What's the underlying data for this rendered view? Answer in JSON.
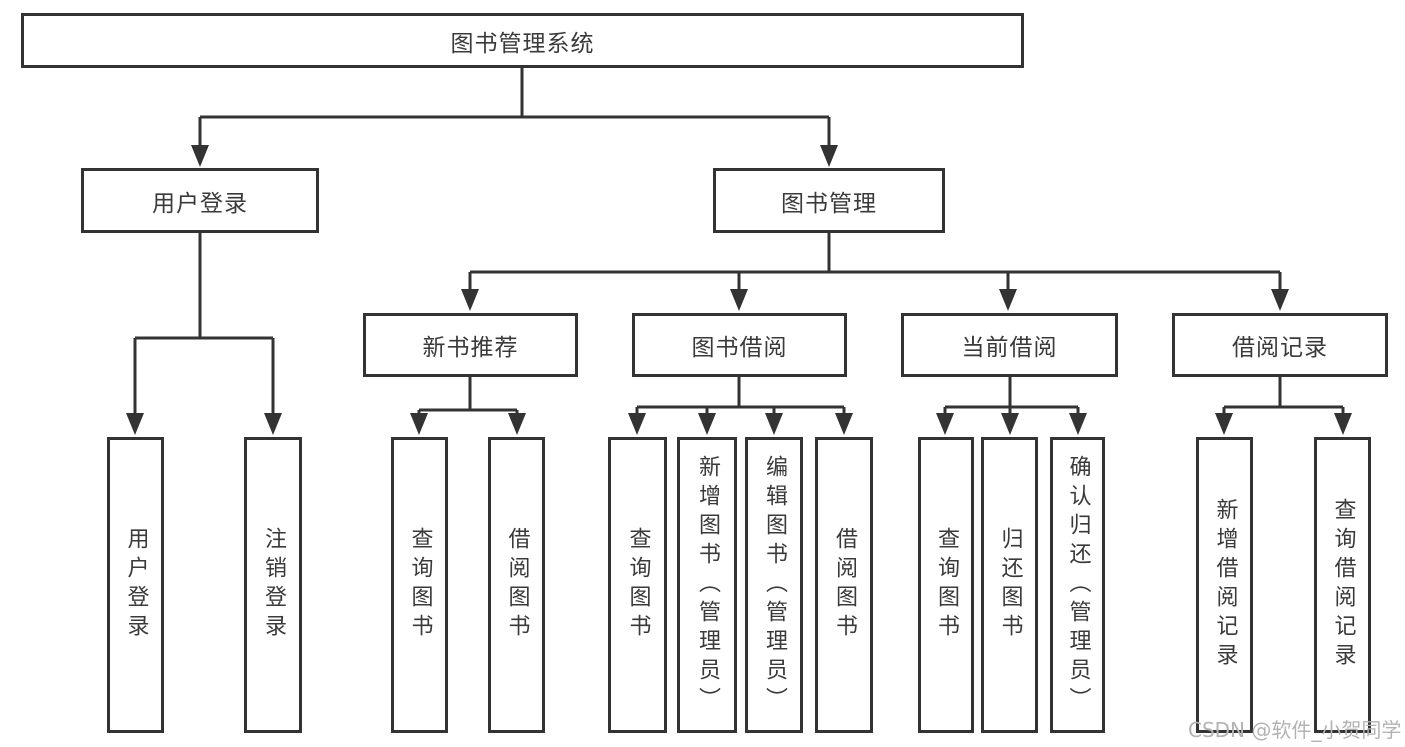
{
  "tree": {
    "root": {
      "label": "图书管理系统"
    },
    "branches": [
      {
        "label": "用户登录",
        "children": [
          {
            "label": "用户登录"
          },
          {
            "label": "注销登录"
          }
        ]
      },
      {
        "label": "图书管理",
        "children": [
          {
            "label": "新书推荐",
            "children": [
              {
                "label": "查询图书"
              },
              {
                "label": "借阅图书"
              }
            ]
          },
          {
            "label": "图书借阅",
            "children": [
              {
                "label": "查询图书"
              },
              {
                "label": "新增图书（管理员）"
              },
              {
                "label": "编辑图书（管理员）"
              },
              {
                "label": "借阅图书"
              }
            ]
          },
          {
            "label": "当前借阅",
            "children": [
              {
                "label": "查询图书"
              },
              {
                "label": "归还图书"
              },
              {
                "label": "确认归还（管理员）"
              }
            ]
          },
          {
            "label": "借阅记录",
            "children": [
              {
                "label": "新增借阅记录"
              },
              {
                "label": "查询借阅记录"
              }
            ]
          }
        ]
      }
    ]
  },
  "watermark": {
    "text": "CSDN @软件_小贺同学"
  },
  "colors": {
    "line": "#333333",
    "text": "#3a3a3a",
    "background": "#ffffff",
    "watermark": "#b3b3b3"
  }
}
